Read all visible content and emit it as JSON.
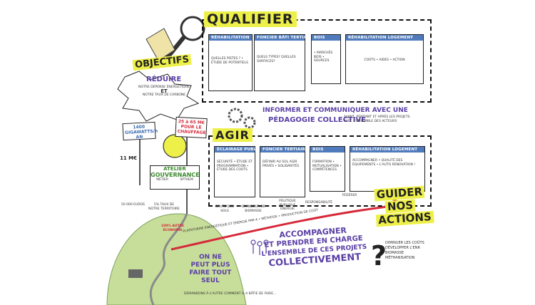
{
  "qualifier": {
    "title": "QUALIFIER",
    "tabs": [
      "RÉHABILITATION",
      "FONCIER BÂTI TERTIAIRE",
      "BOIS",
      "RÉHABILITATION LOGEMENT"
    ],
    "notes": {
      "rehab": "QUELLES PISTES ? • ÉTUDE DE POTENTIELS",
      "foncier": "QUELS TYPES? QUELLES SURFACES?",
      "bois": "• MARCHÉS BOIS • SOURCES",
      "rehab_logement": "COÛTS • AIDES • ACTION"
    }
  },
  "objectifs": {
    "title": "OBJECTIFS",
    "subtitle": "RÉDUIRE",
    "line1": "NOTRE DÉPENSE ÉNERGÉTIQUE",
    "line2": "ET",
    "line3": "NOTRE TAUX DE CARBONE"
  },
  "stats": {
    "box1": "1400 GIGAWATTS/h AN",
    "box2": "25 à 65 M€ POUR LE CHAUFFAGE",
    "box3": "11 M€",
    "pct5": "5% TAUX DE NOTRE TERRITOIRE",
    "pct100": "100% AUTRE ÉCONOMIE",
    "sat": "50 000 EUROS"
  },
  "atelier": {
    "line1": "ATELIER",
    "line2": "GOUVERNANCE",
    "line3": "MÉTIER",
    "line4": "SPTHEM"
  },
  "informer": {
    "line1": "INFORMER ET COMMUNIQUER AVEC UNE",
    "line2": "PÉDAGOGIE COLLECTIVE",
    "aside": "AVANT, PENDANT ET APRÈS LES PROJETS",
    "aside2": "AVEC L'ENSEMBLE DES ACTEURS"
  },
  "agir": {
    "title": "AGIR",
    "tabs": [
      "ÉCLAIRAGE PUBLIC",
      "FONCIER TERTIAIRE",
      "BOIS",
      "RÉHABILITATION LOGEMENT"
    ],
    "notes": {
      "eclairage": "SÉCURITÉ • ÉTUDE ET PROGRAMMATION • ÉTUDE DES COÛTS",
      "foncier": "DÉFINIR AU SOL AGIR PRIVÉS • SOLIDARITÉS",
      "bois": "FORMATION • MUTUALISATION • COMPÉTENCES",
      "rehab_logement": "ACCOMPAGNER • QUALITÉ DES ÉQUIPEMENTS • L'AUTO RÉNOVATION !"
    }
  },
  "guider": {
    "line1": "GUIDER",
    "line2": "NOS",
    "line3": "ACTIONS"
  },
  "timeline": {
    "labels": [
      "BRUTE DES SOLS",
      "GRANDEUR DE BIOMASSE",
      "POLITIQUE PUBLIQUE ÉNERGIE",
      "RESPONSABILITÉ",
      "PRODUCTION DE COÛT",
      "FÉDÉRER"
    ],
    "arrow_text": "PLATEFORME ÉNERGÉTIQUE ET ÉNERGIE PAR 4 • MÉTHODE • PRODUCTION DE COÛT"
  },
  "accompagner": {
    "line1": "ACCOMPAGNER",
    "line2": "ET PRENDRE EN CHARGE",
    "line3": "L'ENSEMBLE DE CES PROJETS",
    "line4": "COLLECTIVEMENT"
  },
  "seul": {
    "line1": "ON NE",
    "line2": "PEUT PLUS",
    "line3": "FAIRE TOUT SEUL"
  },
  "footnote": "DEMANDONS À L'AUTRE COMMENT IL A BÂTIE DE FAIRE...",
  "question": {
    "items": [
      "DIMINUER LES COÛTS",
      "DÉVELOPPER L'ENR",
      "BIOMASSE",
      "MÉTHANISATION"
    ]
  },
  "colors": {
    "yellow": "#eef04a",
    "blue_tab": "#4f7bbd",
    "purple": "#5a3fa6",
    "red": "#d6293a",
    "green": "#3c8a2e",
    "hill": "#c7dd9a"
  }
}
